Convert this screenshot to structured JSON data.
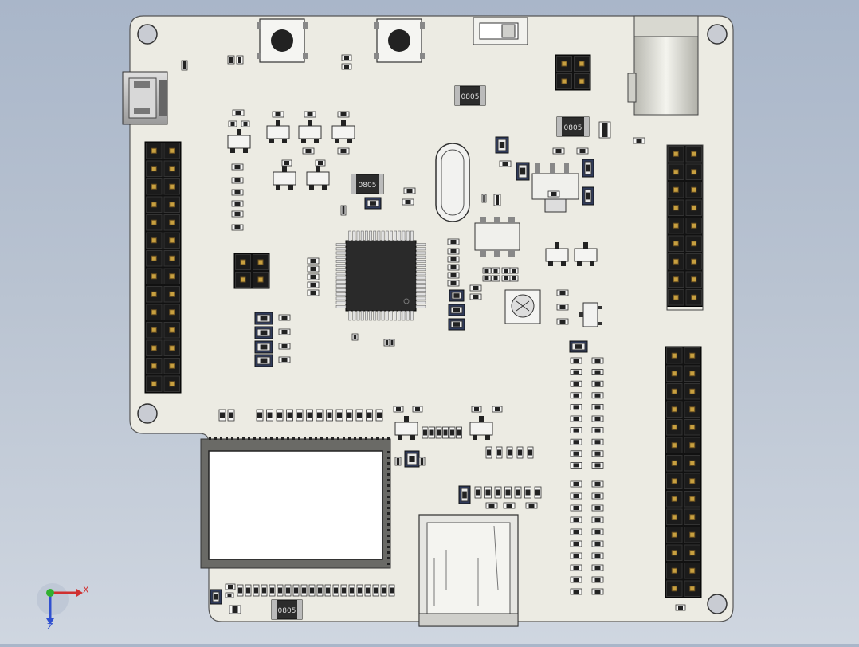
{
  "board": {
    "inductor_marking": "0805",
    "colors": {
      "background_top": "#a9b6c9",
      "background_bottom": "#cfd6e0",
      "pcb": "#ecebe3",
      "header_pin_block": "#111111",
      "gold_pin": "#c8a040",
      "chip": "#2a2a2a",
      "lead": "#c9c9c9"
    }
  },
  "triad": {
    "x_label": "X",
    "z_label": "Z",
    "colors": {
      "x": "#d03030",
      "y": "#30b030",
      "z": "#3050d0"
    }
  }
}
